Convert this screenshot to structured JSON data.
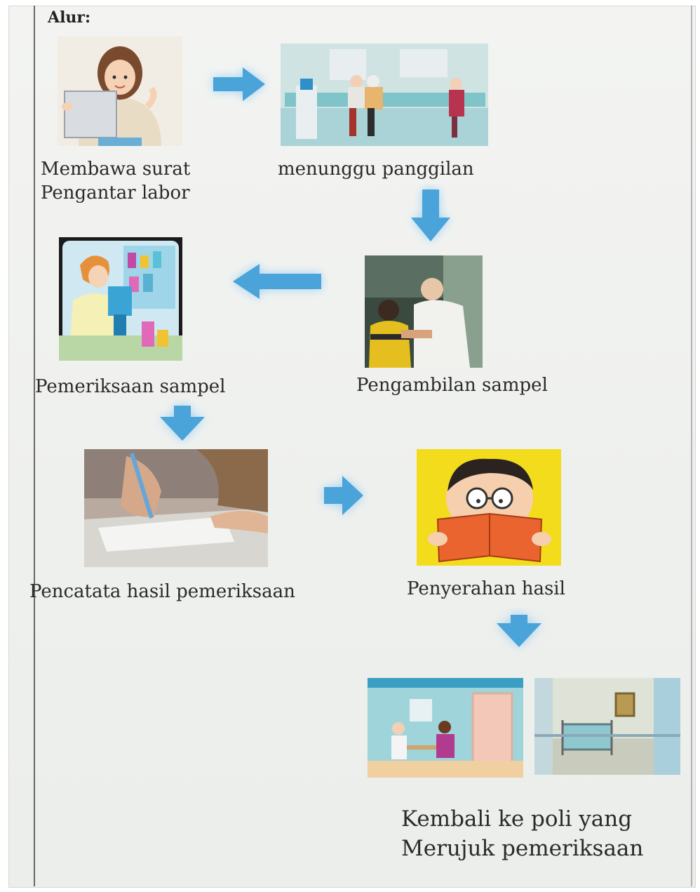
{
  "heading": "Alur:",
  "steps": [
    {
      "label_lines": [
        "Membawa surat",
        "Pengantar labor"
      ]
    },
    {
      "label_lines": [
        "menunggu panggilan"
      ]
    },
    {
      "label_lines": [
        "Pengambilan sampel"
      ]
    },
    {
      "label_lines": [
        "Pemeriksaan sampel"
      ]
    },
    {
      "label_lines": [
        "Pencatata hasil pemeriksaan"
      ]
    },
    {
      "label_lines": [
        "Penyerahan hasil"
      ]
    },
    {
      "label_lines": [
        "Kembali ke poli yang",
        "Merujuk pemeriksaan"
      ]
    }
  ],
  "colors": {
    "arrow": "#4aa3d9",
    "arrow_glow": "#9fd2f2",
    "caption_text": "#2a2a2a"
  }
}
